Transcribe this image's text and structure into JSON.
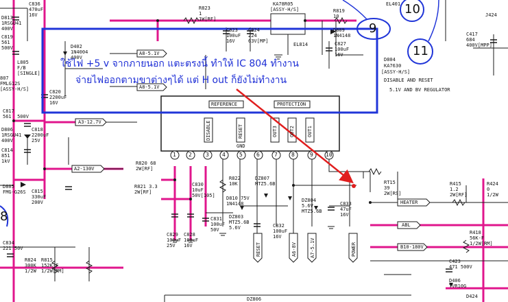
{
  "note": {
    "line1": "ใช้ไฟ +5 v จากภายนอก แตะตรงนี้ ทำให้ IC 804 ทำงาน",
    "line2": "จ่ายไฟออกตามขาต่างๆได้  แต่ H out ก็ยังไม่ทำงาน"
  },
  "markers": {
    "ten": "10",
    "nine": "9",
    "eleven": "11",
    "eight": "8"
  },
  "ic": {
    "name": "KA78R05",
    "assy": "[ASSY-H/S]",
    "regulator_name": "D804",
    "regulator_part": "KA7630",
    "regulator_assy": "[ASSY-H/S]",
    "desc": "DISABLE AND RESET",
    "desc2": "5.1V AND BV REGULATOR",
    "reference": "REFERENCE",
    "protection": "PROTECTION",
    "pins": [
      "1",
      "2",
      "3",
      "4",
      "5",
      "6",
      "7",
      "8",
      "9",
      "10"
    ],
    "pin_names": [
      "DISABLE",
      "RESET",
      "OUT3",
      "OUT2",
      "OUT1"
    ],
    "gnd": "GND"
  },
  "buses": {
    "a8_top": "A8-5.1V",
    "a8_mid": "A8-5.1V",
    "a3": "A3-12.7V",
    "a2": "A2-130V",
    "heater": "HEATER",
    "abl": "ABL",
    "b10": "B10-180V",
    "reset_box": "RESET",
    "a6_box": "A6-8V",
    "a7_box": "A7-5.1V",
    "power_box": "POWER"
  },
  "components": [
    {
      "id": "c836",
      "text": "C836\n470uF\n16V"
    },
    {
      "id": "d813",
      "text": "D813\n1RSGU41\n400V"
    },
    {
      "id": "c819",
      "text": "C819\n561\n500V"
    },
    {
      "id": "l805",
      "text": "L805\nF/B\n[SINGLE]"
    },
    {
      "id": "fmlg",
      "text": "807\nFMLG12S\n[ASSY-H/S]"
    },
    {
      "id": "c820",
      "text": "C820\n2200uF\n16V"
    },
    {
      "id": "d402",
      "text": "D402\n1N4004\n400V"
    },
    {
      "id": "r823",
      "text": "R823\n1\n1W[RF]"
    },
    {
      "id": "c823",
      "text": "C823\n100uF\n16V"
    },
    {
      "id": "c824",
      "text": "C824\n224\n63V[MP]"
    },
    {
      "id": "el814",
      "text": "EL814"
    },
    {
      "id": "r819",
      "text": "R819\n10"
    },
    {
      "id": "d809",
      "text": "D809\n1N4148"
    },
    {
      "id": "c827",
      "text": "C827\n100uF\n16V"
    },
    {
      "id": "el401",
      "text": "EL401"
    },
    {
      "id": "j424",
      "text": "J424"
    },
    {
      "id": "c417",
      "text": "C417\n684\n400V[MPP]"
    },
    {
      "id": "c817",
      "text": "C817\n561  500V"
    },
    {
      "id": "d806",
      "text": "D806\n1RSGU41\n400V"
    },
    {
      "id": "c818",
      "text": "C818\n2200uF\n25V"
    },
    {
      "id": "c814",
      "text": "C814\n851\n1kV"
    },
    {
      "id": "d805",
      "text": "D805\nFMG-G26S"
    },
    {
      "id": "c815",
      "text": "C815\n330uF\n200V"
    },
    {
      "id": "c834",
      "text": "C834\n221 50V"
    },
    {
      "id": "r824",
      "text": "R824\n300K\n1/2W"
    },
    {
      "id": "r815",
      "text": "R815\n152K-F\n1/2W[RM]"
    },
    {
      "id": "r820",
      "text": "R820 68\n2W[RF]"
    },
    {
      "id": "r821",
      "text": "R821 3.3\n2W[RF]"
    },
    {
      "id": "c830",
      "text": "C830\n10uF\n50V[105]"
    },
    {
      "id": "c829",
      "text": "C829\n100uF\n25V"
    },
    {
      "id": "c828",
      "text": "C828\n100uF\n16V"
    },
    {
      "id": "r822",
      "text": "R822\n10K"
    },
    {
      "id": "dz807",
      "text": "DZ807\nMTZ5.6B"
    },
    {
      "id": "d810",
      "text": "D810 75V\n1N4148"
    },
    {
      "id": "c831",
      "text": "C831\n100uF\n50V"
    },
    {
      "id": "dz803",
      "text": "DZ803\nMTZ5.6B\n5.6V"
    },
    {
      "id": "c832",
      "text": "C832\n100uF\n16V"
    },
    {
      "id": "dz804",
      "text": "DZ804\n5.6V\nMTZ5.6B"
    },
    {
      "id": "c833",
      "text": "C833\n47uF\n16V"
    },
    {
      "id": "rt15",
      "text": "RT15\n39\n2W[RS]"
    },
    {
      "id": "r415",
      "text": "R415\n1.2\n2W[RF]"
    },
    {
      "id": "r424",
      "text": "R424\n0\n1/2W"
    },
    {
      "id": "r418",
      "text": "R418\n56K-F\n1/2W[RM]"
    },
    {
      "id": "c423",
      "text": "C423\n471 500V"
    },
    {
      "id": "d406",
      "text": "D406\nTVR10G"
    },
    {
      "id": "d424",
      "text": "D424"
    },
    {
      "id": "dz806",
      "text": "DZ806"
    }
  ],
  "colors": {
    "wire": "#1a1a1a",
    "magenta": "#e0168c",
    "note": "#1e2fd6",
    "arrow": "#e01e1e",
    "box": "#2035d8"
  }
}
